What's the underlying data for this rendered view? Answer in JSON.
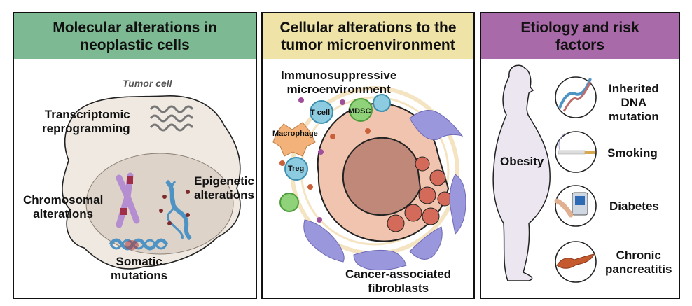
{
  "colors": {
    "panel1_header": "#7dba93",
    "panel2_header": "#efe3a8",
    "panel3_header": "#a86aa8",
    "border": "#111111",
    "cell_fill": "#efe9e1",
    "nucleus_fill": "#ddd3c9",
    "dna_blue": "#4f93c4",
    "mutation_red": "#b23b3b",
    "chromosome_purple": "#b48ed0",
    "fibroblast_purple": "#8e8ad4",
    "body_silhouette": "#ece6f0"
  },
  "panels": [
    {
      "title": "Molecular alterations in neoplastic cells",
      "title_lines": [
        "Molecular alterations in",
        "neoplastic cells"
      ],
      "labels": {
        "tumor_cell": "Tumor cell",
        "transcriptomic": [
          "Transcriptomic",
          "reprogramming"
        ],
        "epigenetic": [
          "Epigenetic",
          "alterations"
        ],
        "chromosomal": [
          "Chromosomal",
          "alterations"
        ],
        "somatic": [
          "Somatic",
          "mutations"
        ]
      }
    },
    {
      "title": "Cellular alterations to the tumor microenvironment",
      "title_lines": [
        "Cellular alterations to the",
        "tumor microenvironment"
      ],
      "labels": {
        "immuno": [
          "Immunosuppressive",
          "microenvironment"
        ],
        "t_cell": "T cell",
        "mdsc": "MDSC",
        "macrophage": "Macrophage",
        "treg": "Treg",
        "caf": [
          "Cancer-associated",
          "fibroblasts"
        ]
      }
    },
    {
      "title": "Etiology and risk factors",
      "title_lines": [
        "Etiology and risk",
        "factors"
      ],
      "labels": {
        "obesity": "Obesity",
        "risk_factors": [
          {
            "icon": "dna-mutation-icon",
            "lines": [
              "Inherited",
              "DNA",
              "mutation"
            ]
          },
          {
            "icon": "cigarette-icon",
            "lines": [
              "Smoking"
            ]
          },
          {
            "icon": "glucose-meter-icon",
            "lines": [
              "Diabetes"
            ]
          },
          {
            "icon": "pancreas-icon",
            "lines": [
              "Chronic",
              "pancreatitis"
            ]
          }
        ]
      }
    }
  ]
}
